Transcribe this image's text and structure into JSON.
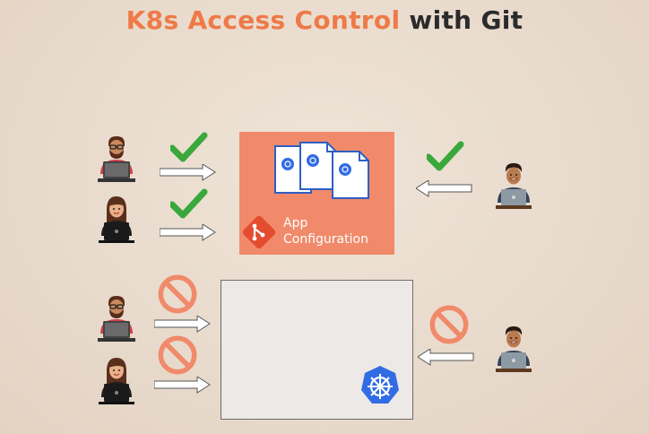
{
  "title": {
    "part1": "K8s Access Control",
    "part2": " with Git"
  },
  "config": {
    "label_line1": "App",
    "label_line2": "Configuration",
    "git_icon": "git-icon",
    "file_icon": "kubernetes-manifest-icon"
  },
  "cluster": {
    "icon": "kubernetes-helm-icon"
  },
  "people": {
    "dev_top_1": "developer-red-shirt",
    "dev_top_2": "developer-woman",
    "ops_top": "operator-man",
    "dev_bottom_1": "developer-red-shirt",
    "dev_bottom_2": "developer-woman",
    "ops_bottom": "operator-man"
  },
  "colors": {
    "accent": "#ee7a48",
    "config_bg": "#f08a6a",
    "check": "#3aa83a",
    "deny": "#f08a6a",
    "k8s_blue": "#326ce5"
  }
}
